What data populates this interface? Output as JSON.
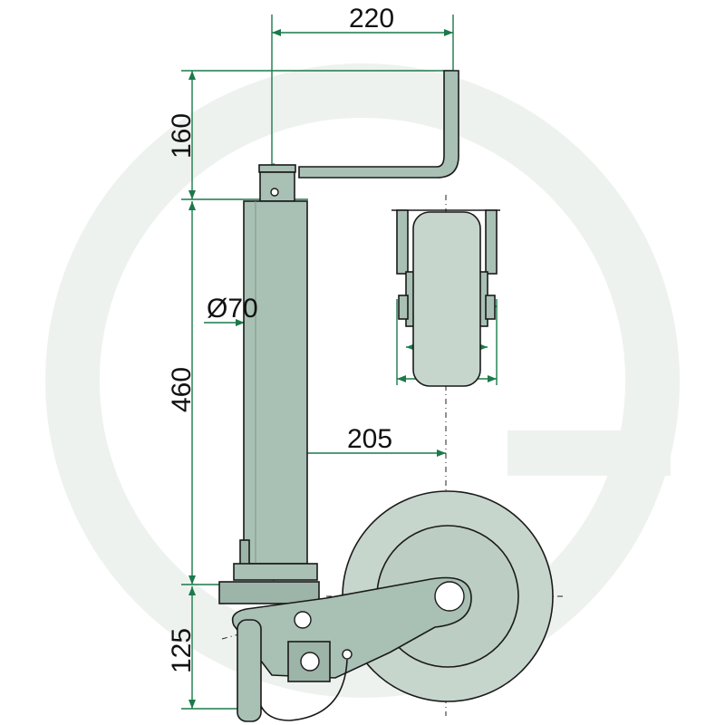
{
  "dimensions": {
    "top_width": "220",
    "handle_height": "160",
    "tube_diameter": "Ø70",
    "tube_height": "460",
    "wheel_offset": "205",
    "foot_height": "125"
  },
  "colors": {
    "part_fill": "#a9c0b4",
    "wheel_fill": "#c7d6cd",
    "dimension_line": "#1a7a4a",
    "outline": "#1a1a1a",
    "watermark": "#eef2ef"
  }
}
